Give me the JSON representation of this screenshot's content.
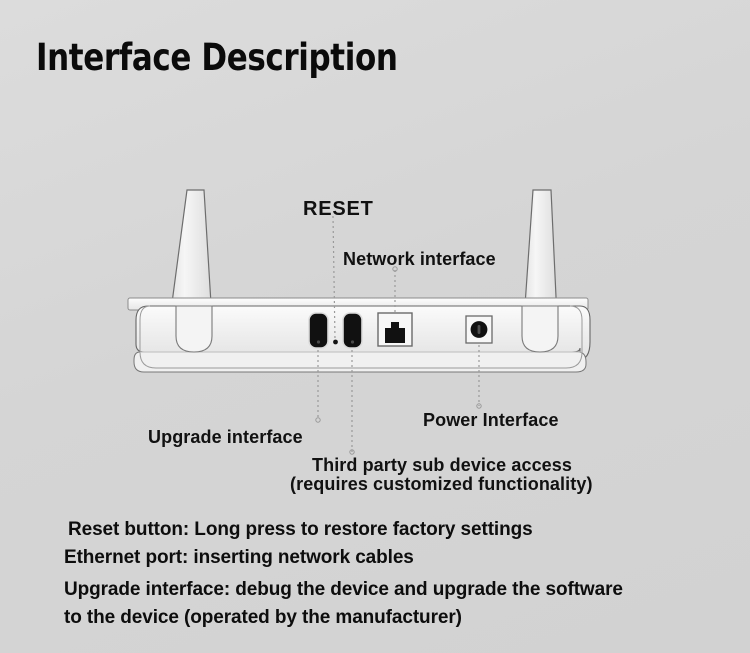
{
  "page": {
    "title": "Interface Description",
    "background_color": "#d6d6d6",
    "text_color": "#111111"
  },
  "diagram": {
    "device_name": "wireless-router-rear-panel",
    "body_color": "#f3f3f3",
    "outline_color": "#555555",
    "port_color": "#111111",
    "callouts": [
      {
        "id": "reset",
        "label": "RESET"
      },
      {
        "id": "network",
        "label": "Network interface"
      },
      {
        "id": "upgrade",
        "label": "Upgrade interface"
      },
      {
        "id": "power",
        "label": "Power Interface"
      },
      {
        "id": "third-party",
        "label": "Third party sub device access"
      },
      {
        "id": "third-party-sub",
        "label": "(requires customized functionality)"
      }
    ],
    "ports": [
      {
        "id": "upgrade-port-1",
        "type": "debug-port",
        "shape": "rounded-rect"
      },
      {
        "id": "reset-hole",
        "type": "pinhole-button",
        "shape": "small-circle"
      },
      {
        "id": "upgrade-port-2",
        "type": "debug-port",
        "shape": "rounded-rect"
      },
      {
        "id": "ethernet-port",
        "type": "rj45",
        "shape": "square-jack"
      },
      {
        "id": "power-port",
        "type": "dc-barrel-jack",
        "shape": "square-circle"
      }
    ],
    "antennas": [
      {
        "id": "antenna-left",
        "position": "left",
        "tilt": "outward"
      },
      {
        "id": "antenna-right",
        "position": "right",
        "tilt": "outward"
      }
    ]
  },
  "description": {
    "lines": [
      "Reset button: Long press to restore factory settings",
      "Ethernet port: inserting network cables",
      "Upgrade interface: debug the device and upgrade the software",
      "to the device (operated by the manufacturer)"
    ]
  }
}
